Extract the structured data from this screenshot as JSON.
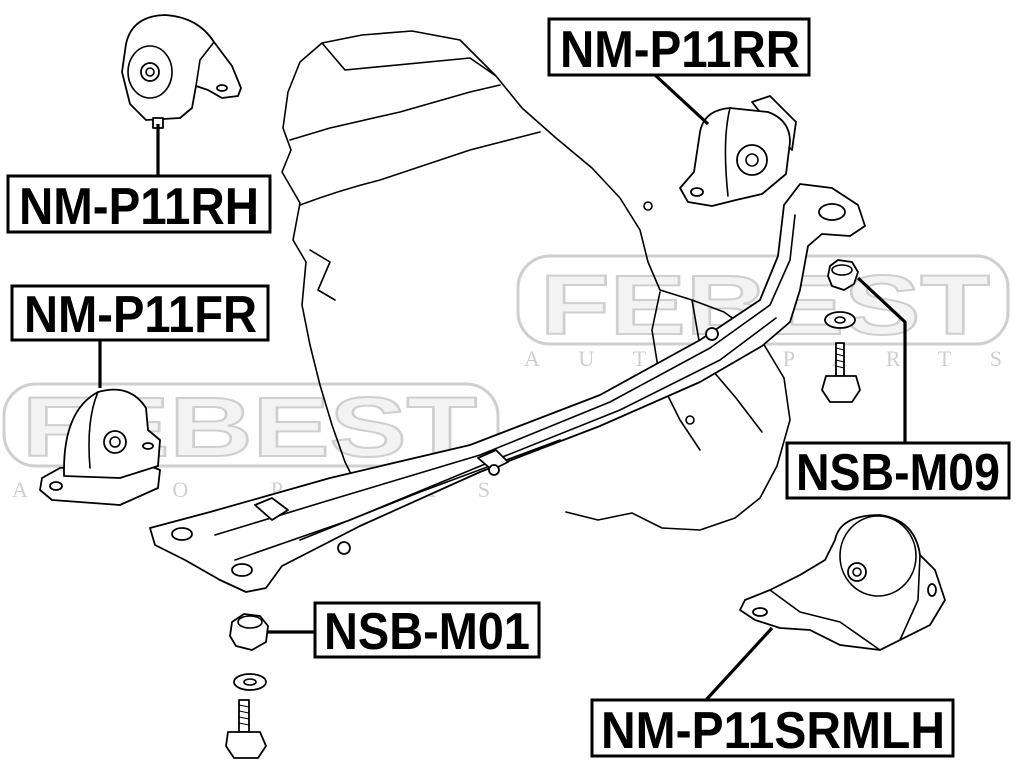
{
  "colors": {
    "background": "#ffffff",
    "line": "#000000",
    "label_border": "#000000",
    "watermark": "#cfcfcf"
  },
  "watermark": {
    "brand": "FEBEST",
    "tagline": "AUTO PARTS"
  },
  "labels": {
    "nm_p11rh": "NM-P11RH",
    "nm_p11fr": "NM-P11FR",
    "nm_p11rr": "NM-P11RR",
    "nsb_m09": "NSB-M09",
    "nsb_m01": "NSB-M01",
    "nm_p11srmlh": "NM-P11SRMLH"
  }
}
